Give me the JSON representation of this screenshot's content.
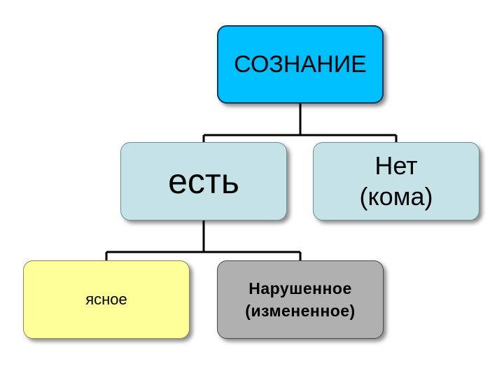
{
  "colors": {
    "root_fill": "#00bfff",
    "level2_fill": "#c5e3e6",
    "clear_fill": "#ffff99",
    "altered_fill": "#b0b0b0",
    "connector": "#000000"
  },
  "nodes": {
    "root": {
      "label": "СОЗНАНИЕ"
    },
    "yes": {
      "label": "есть"
    },
    "no": {
      "line1": "Нет",
      "line2": "(кома)"
    },
    "clear": {
      "label": "ясное"
    },
    "altered": {
      "line1": "Нарушенное",
      "line2": "(измененное)"
    }
  }
}
